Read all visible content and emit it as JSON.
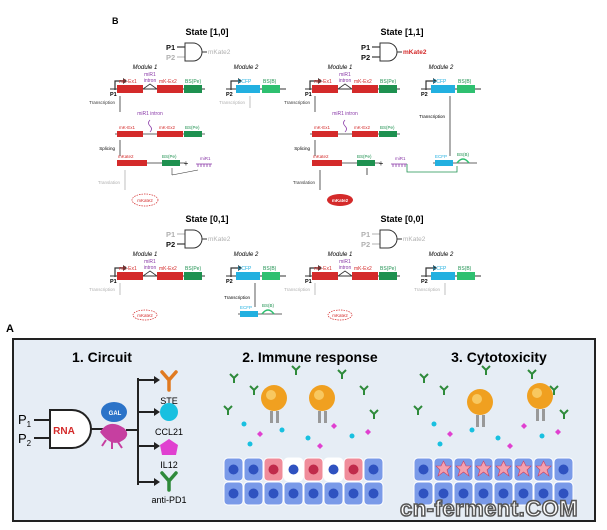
{
  "panel_b": {
    "letter": "B",
    "states": [
      {
        "title": "State [1,0]",
        "p1": "P1",
        "p2": "P2",
        "output": "mKate2",
        "p1_on": true,
        "p2_on": false,
        "out_on": false
      },
      {
        "title": "State [1,1]",
        "p1": "P1",
        "p2": "P2",
        "output": "mKate2",
        "p1_on": true,
        "p2_on": true,
        "out_on": true
      },
      {
        "title": "State [0,1]",
        "p1": "P1",
        "p2": "P2",
        "output": "mKate2",
        "p1_on": false,
        "p2_on": true,
        "out_on": false
      },
      {
        "title": "State [0,0]",
        "p1": "P1",
        "p2": "P2",
        "output": "mKate2",
        "p1_on": false,
        "p2_on": false,
        "out_on": false
      }
    ],
    "module1": "Module 1",
    "module2": "Module 2",
    "mk_ex1": "mK-Ex1",
    "mk_ex2": "mK-Ex2",
    "mir1_intron": "miR1 intron",
    "mir1_intron_a": "miR1",
    "mir1_intron_b": "intron",
    "bs_pe": "BS(Pe)",
    "bs_b": "BS(B)",
    "ecfp": "ECFP",
    "mkate2": "mKate2",
    "mir1": "miR1",
    "plus": "+",
    "p1": "P1",
    "p2": "P2",
    "transcription": "Transcription",
    "splicing": "Splicing",
    "translation": "Translation"
  },
  "panel_a": {
    "letter": "A",
    "section1": "1. Circuit",
    "section2": "2. Immune response",
    "section3": "3. Cytotoxicity",
    "rna": "RNA",
    "gal": "GAL",
    "p1": "P",
    "p1_sub": "1",
    "p2": "P",
    "p2_sub": "2",
    "outputs": [
      "STE",
      "CCL21",
      "IL12",
      "anti-PD1"
    ]
  },
  "watermark": "cn-ferment.COM",
  "colors": {
    "red": "#d42a2a",
    "green": "#1e9150",
    "cyan": "#22b0e0",
    "purple": "#8a3aa8",
    "cell_blue": "#4a6fd0",
    "tcell": "#f0a020",
    "ste": "#e07a20",
    "ccl21": "#18c0e0",
    "il12": "#e040d0",
    "antipd1": "#2e8a3a"
  }
}
